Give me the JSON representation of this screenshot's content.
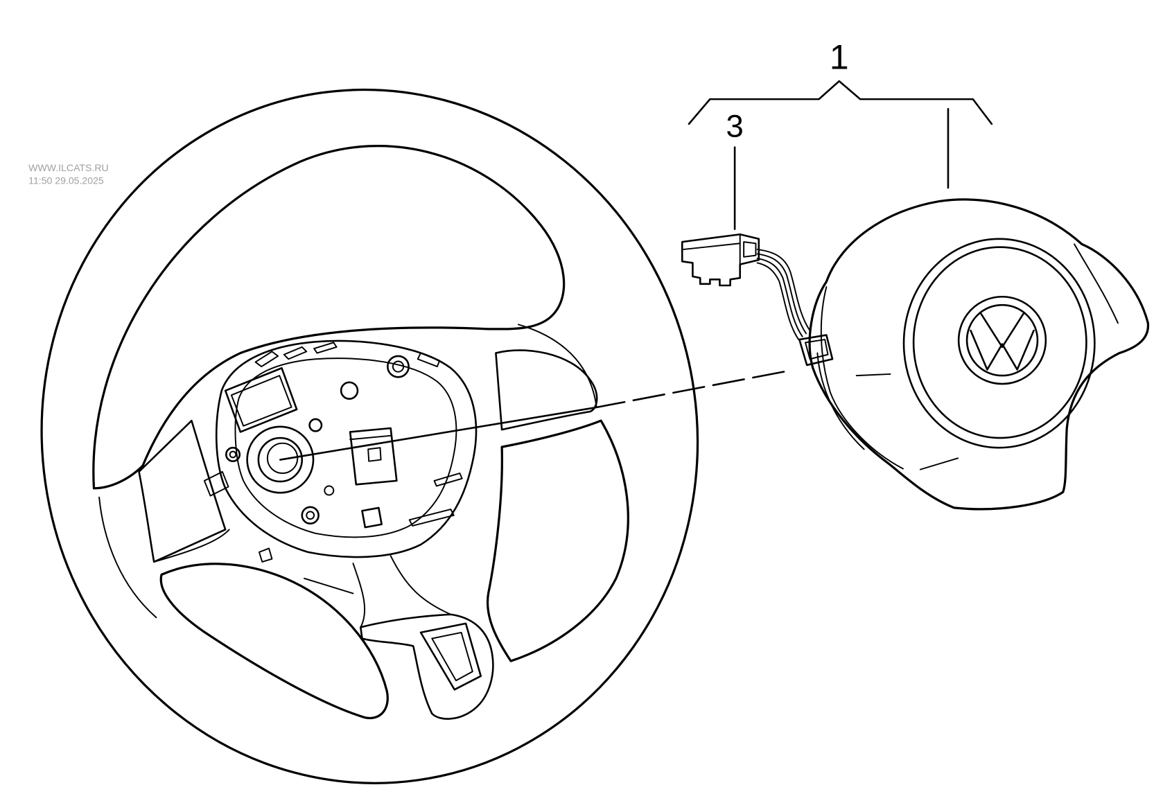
{
  "watermark": {
    "site": "WWW.ILCATS.RU",
    "timestamp": "11:50 29.05.2025"
  },
  "callouts": [
    {
      "label": "1"
    },
    {
      "label": "3"
    }
  ],
  "colors": {
    "line": "#000000",
    "watermark": "#a0a0a0",
    "background": "#ffffff"
  }
}
